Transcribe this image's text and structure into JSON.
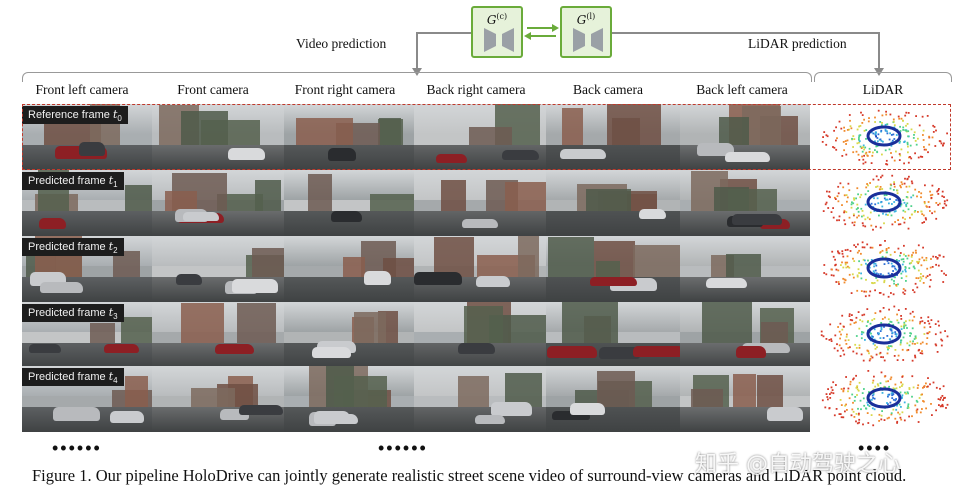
{
  "diagram": {
    "generators": [
      {
        "symbol": "G",
        "superscript": "(c)"
      },
      {
        "symbol": "G",
        "superscript": "(l)"
      }
    ],
    "video_prediction_label": "Video prediction",
    "lidar_prediction_label": "LiDAR prediction"
  },
  "columns": [
    "Front left camera",
    "Front camera",
    "Front right camera",
    "Back right camera",
    "Back camera",
    "Back left camera",
    "LiDAR"
  ],
  "rows": [
    {
      "label": "Reference frame ",
      "symbol": "t",
      "index": "0"
    },
    {
      "label": "Predicted frame ",
      "symbol": "t",
      "index": "1"
    },
    {
      "label": "Predicted frame ",
      "symbol": "t",
      "index": "2"
    },
    {
      "label": "Predicted frame ",
      "symbol": "t",
      "index": "3"
    },
    {
      "label": "Predicted frame ",
      "symbol": "t",
      "index": "4"
    }
  ],
  "ellipsis": [
    "••••••",
    "••••••",
    "••••"
  ],
  "caption": "Figure 1. Our pipeline HoloDrive can jointly generate realistic street scene video of surround-view cameras and LiDAR point cloud.",
  "watermark": "知乎 @自动驾驶之心",
  "colors": {
    "generator_border": "#6aab3a",
    "generator_fill": "#e6f2da",
    "reference_outline": "#c0392b",
    "arrows": "#8a8a8a"
  }
}
